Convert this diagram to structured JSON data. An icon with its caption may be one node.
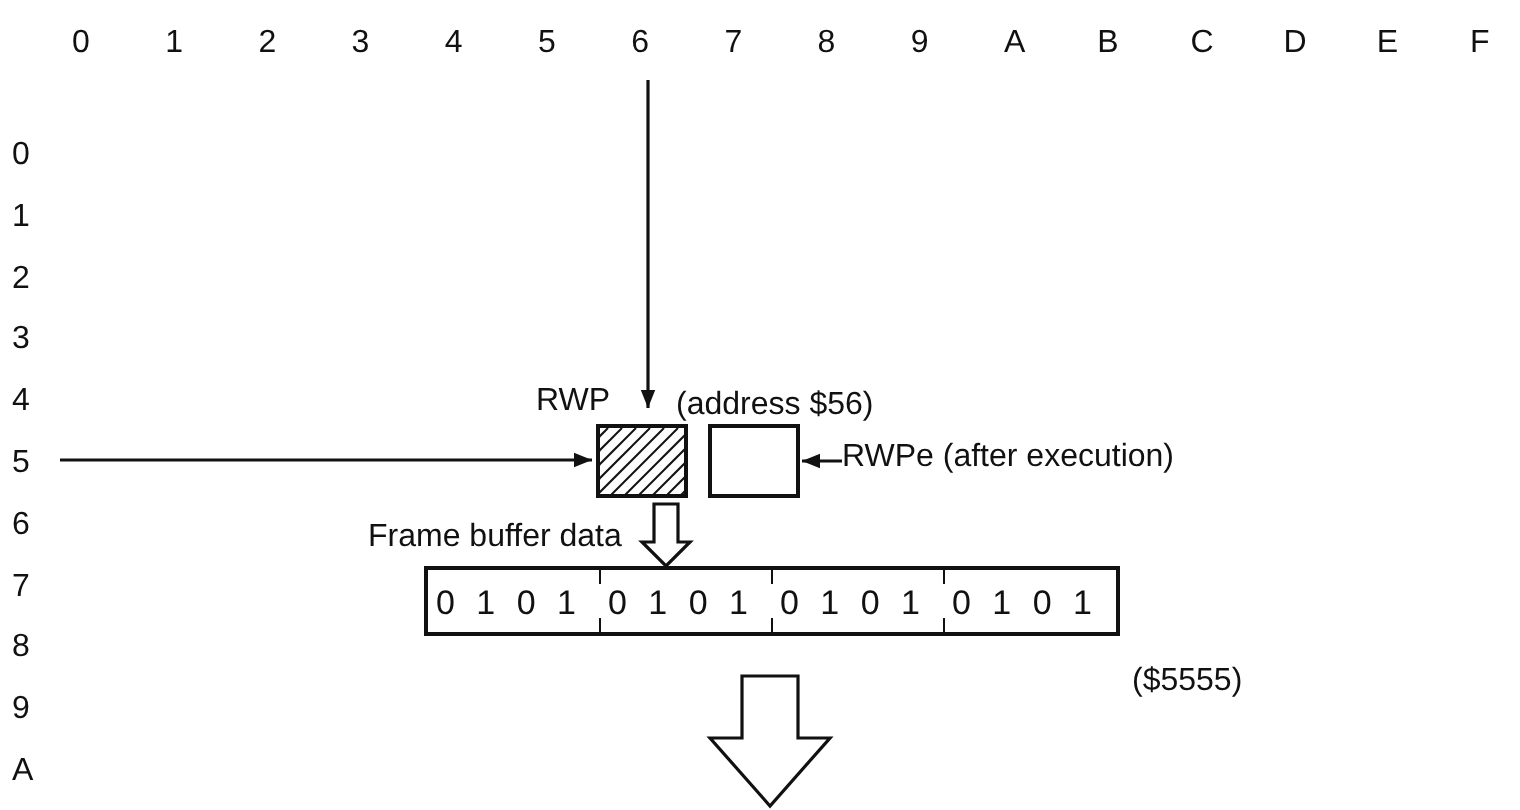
{
  "diagram": {
    "nodes": [
      {
        "text": [],
        "shape": "box",
        "beside": [
          "RWP",
          "(address $56)"
        ]
      },
      {
        "text": [],
        "shape": "box"
      },
      {
        "text": [
          "RWPe (after execution)"
        ]
      },
      {
        "text": [
          "Frame buffer data",
          "0 1 0 1",
          "0 1 0 1",
          "0 1 0 1",
          "0 1 0 1"
        ],
        "beside": [
          "($5555)"
        ]
      }
    ],
    "edges": [
      {
        "from": null,
        "to": 0,
        "arrow": "to"
      },
      {
        "from": null,
        "to": 0,
        "arrow": "to"
      },
      {
        "from": 2,
        "to": 1,
        "arrow": "to"
      },
      {
        "from": 0,
        "to": 3,
        "arrow": "to",
        "style": "thick"
      },
      {
        "from": 3,
        "to": null,
        "arrow": "to",
        "style": "thick"
      }
    ],
    "labels": [
      "0",
      "1",
      "2",
      "3",
      "4",
      "5",
      "6",
      "7",
      "8",
      "9",
      "A",
      "B",
      "C",
      "D",
      "E",
      "F",
      "0",
      "1",
      "2",
      "3",
      "4",
      "5",
      "6",
      "7",
      "8",
      "9",
      "A"
    ]
  }
}
